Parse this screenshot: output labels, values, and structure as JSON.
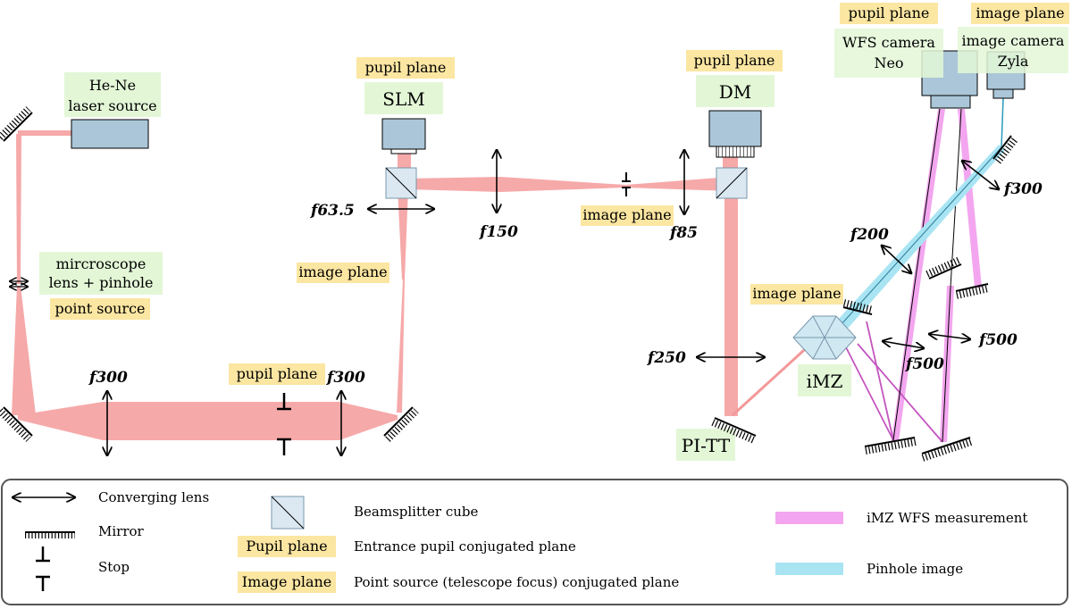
{
  "components": {
    "laser": "He-Ne\nlaser source",
    "slm": "SLM",
    "dm": "DM",
    "wfs_camera": "WFS camera\nNeo",
    "image_camera": "image camera\nZyla",
    "microscope": "mircroscope\nlens + pinhole",
    "point_source": "point source",
    "imz": "iMZ",
    "pitt": "PI-TT"
  },
  "planes": {
    "pupil_slm": "pupil plane",
    "pupil_dm": "pupil plane",
    "pupil_wfs": "pupil plane",
    "image_cam": "image plane",
    "image_mid": "image plane",
    "image_slm": "image plane",
    "image_imz": "image plane",
    "pupil_bottom": "pupil plane"
  },
  "lenses": {
    "f63_5": "f63.5",
    "f150": "f150",
    "f85": "f85",
    "f300_left": "f300",
    "f300_mid": "f300",
    "f250": "f250",
    "f300_right": "f300",
    "f200": "f200",
    "f500_a": "f500",
    "f500_b": "f500"
  },
  "legend": {
    "converging_lens": "Converging lens",
    "mirror": "Mirror",
    "stop": "Stop",
    "beamsplitter": "Beamsplitter cube",
    "pupil_tag": "Pupil plane",
    "pupil_desc": "Entrance pupil conjugated plane",
    "image_tag": "Image plane",
    "image_desc": "Point source (telescope focus) conjugated plane",
    "imz_wfs": "iMZ WFS measurement",
    "pinhole": "Pinhole image"
  },
  "colors": {
    "beam_red": "#f6a9a9",
    "beam_magenta": "#f3a6ef",
    "beam_cyan": "#a9e4f3",
    "component_blue": "#aac6d8",
    "pupil_tag_bg": "#fbe6a2",
    "component_tag_bg": "#e3f7d7"
  },
  "icons": [
    "mirror-icon",
    "lens-icon",
    "stop-icon",
    "beamsplitter-icon",
    "camera-icon"
  ]
}
